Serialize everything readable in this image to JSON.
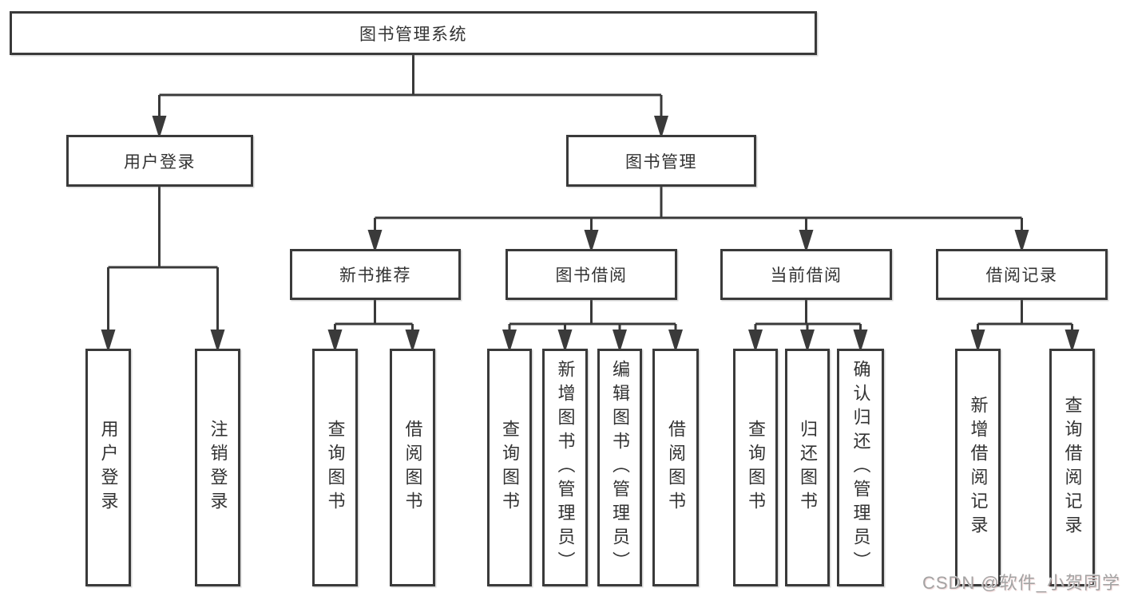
{
  "colors": {
    "line": "#3a3a3a",
    "text": "#333333",
    "background": "#ffffff",
    "watermark": "#a3a3a3"
  },
  "watermark": {
    "text": "CSDN @软件_小贺同学"
  },
  "tree": {
    "label": "图书管理系统",
    "children": [
      {
        "label": "用户登录",
        "children": [
          {
            "label": "用户登录"
          },
          {
            "label": "注销登录"
          }
        ]
      },
      {
        "label": "图书管理",
        "children": [
          {
            "label": "新书推荐",
            "children": [
              {
                "label": "查询图书"
              },
              {
                "label": "借阅图书"
              }
            ]
          },
          {
            "label": "图书借阅",
            "children": [
              {
                "label": "查询图书"
              },
              {
                "label": "新增图书（管理员）"
              },
              {
                "label": "编辑图书（管理员）"
              },
              {
                "label": "借阅图书"
              }
            ]
          },
          {
            "label": "当前借阅",
            "children": [
              {
                "label": "查询图书"
              },
              {
                "label": "归还图书"
              },
              {
                "label": "确认归还（管理员）"
              }
            ]
          },
          {
            "label": "借阅记录",
            "children": [
              {
                "label": "新增借阅记录"
              },
              {
                "label": "查询借阅记录"
              }
            ]
          }
        ]
      }
    ]
  }
}
